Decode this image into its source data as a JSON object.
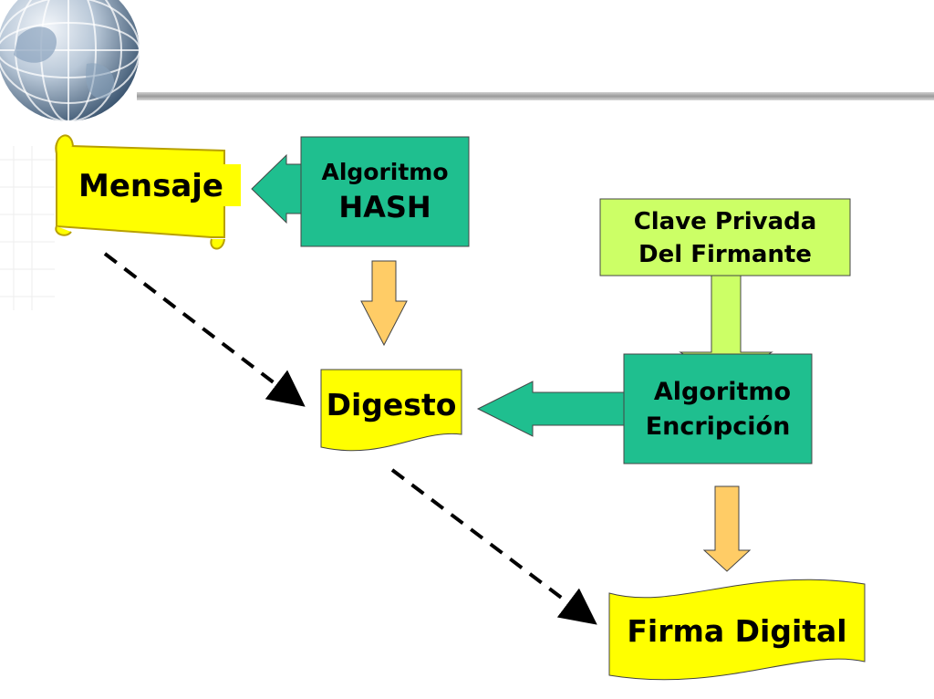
{
  "diagram": {
    "mensaje": "Mensaje",
    "hash_algo_line1": "Algoritmo",
    "hash_algo_line2": "HASH",
    "clave_line1": "Clave Privada",
    "clave_line2": "Del Firmante",
    "digesto": "Digesto",
    "encrypt_line1": "Algoritmo",
    "encrypt_line2": "Encripción",
    "firma": "Firma Digital"
  },
  "colors": {
    "yellow_shape": "#ffff00",
    "green_box": "#1fbf8f",
    "light_green": "#ccff66",
    "orange_arrow": "#ffcc66",
    "dashed_arrow": "#000000",
    "globe_blue": "#6e8fb0"
  },
  "icons": {
    "logo": "globe-icon"
  }
}
